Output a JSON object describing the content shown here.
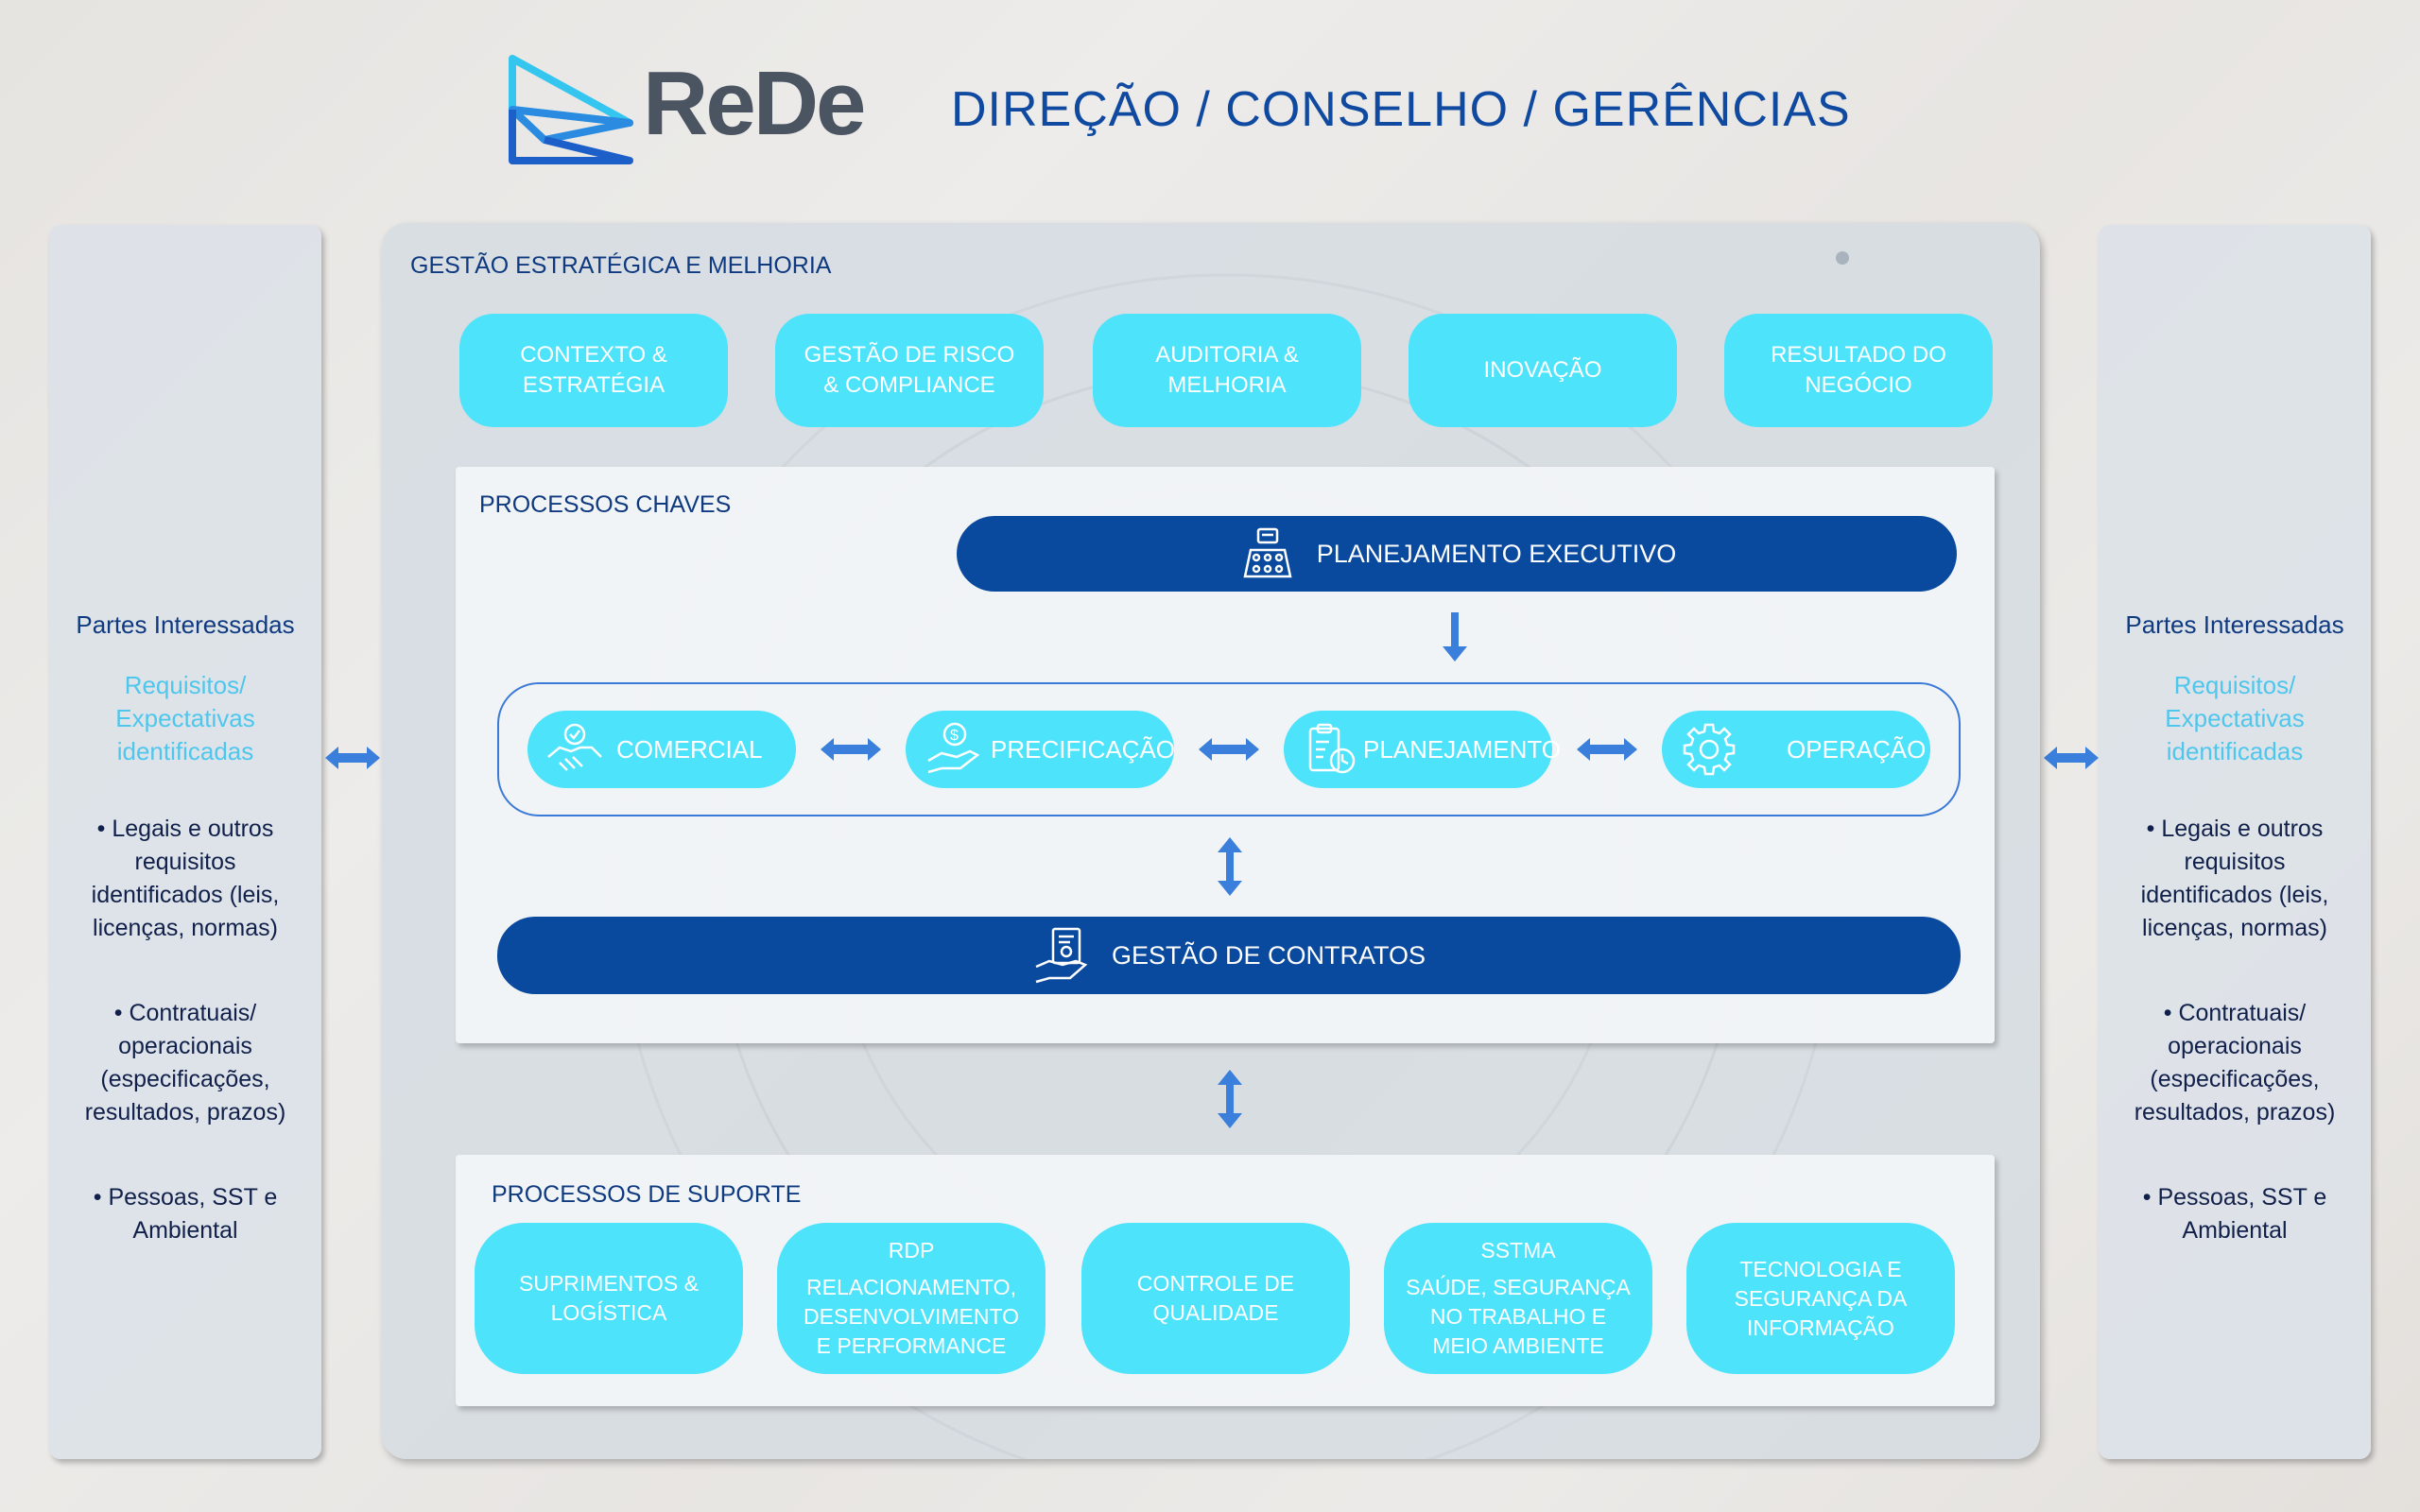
{
  "header": {
    "logo_text": "ReDe",
    "title": "DIREÇÃO /  CONSELHO /  GERÊNCIAS"
  },
  "side": {
    "heading": "Partes Interessadas",
    "requirements": "Requisitos/\nExpectativas\nidentificadas",
    "bullets": [
      "• Legais e outros requisitos identificados  (leis, licenças, normas)",
      "• Contratuais/ operacionais (especificações, resultados, prazos)",
      "• Pessoas, SST e Ambiental"
    ]
  },
  "strategic": {
    "title": "GESTÃO ESTRATÉGICA E MELHORIA",
    "items": [
      "CONTEXTO &\nESTRATÉGIA",
      "GESTÃO DE RISCO\n& COMPLIANCE",
      "AUDITORIA &\nMELHORIA",
      "INOVAÇÃO",
      "RESULTADO DO\nNEGÓCIO"
    ]
  },
  "key_processes": {
    "title": "PROCESSOS CHAVES",
    "executive": "PLANEJAMENTO EXECUTIVO",
    "flow": [
      "COMERCIAL",
      "PRECIFICAÇÃO",
      "PLANEJAMENTO",
      "OPERAÇÃO"
    ],
    "contracts": "GESTÃO DE CONTRATOS"
  },
  "support": {
    "title": "PROCESSOS DE SUPORTE",
    "items": [
      {
        "top": "",
        "label": "SUPRIMENTOS &\nLOGÍSTICA"
      },
      {
        "top": "RDP",
        "label": "RELACIONAMENTO,\nDESENVOLVIMENTO\nE PERFORMANCE"
      },
      {
        "top": "",
        "label": "CONTROLE DE\nQUALIDADE"
      },
      {
        "top": "SSTMA",
        "label": "SAÚDE, SEGURANÇA\nNO TRABALHO E\nMEIO AMBIENTE"
      },
      {
        "top": "",
        "label": "TECNOLOGIA E\nSEGURANÇA DA\nINFORMAÇÃO"
      }
    ]
  },
  "colors": {
    "cyan": "#4de3fb",
    "navy": "#0a4a9e",
    "title_blue": "#0f4aa0",
    "arrow_blue": "#3a7fdc"
  }
}
